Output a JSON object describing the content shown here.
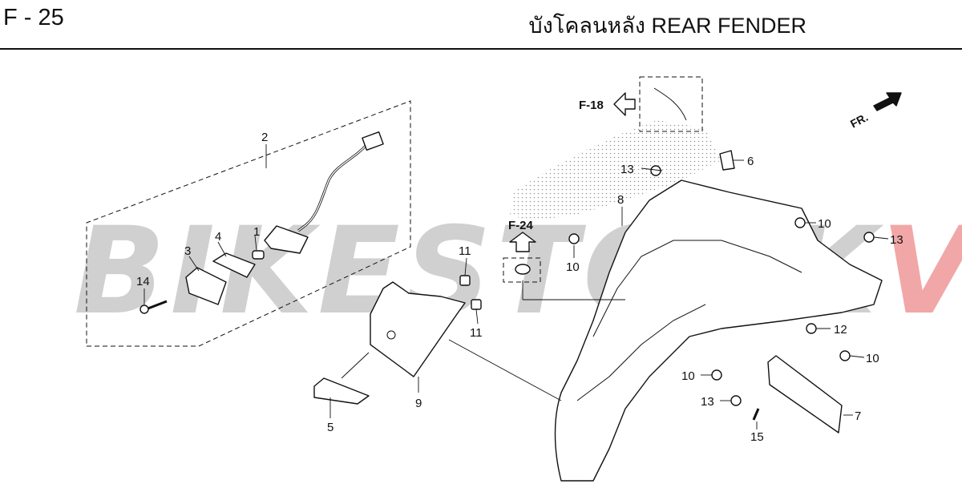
{
  "header": {
    "code": "F - 25",
    "title": "บังโคลนหลัง  REAR FENDER"
  },
  "watermark": {
    "text_gray": "BIKESTOCK",
    "text_red": "VN",
    "gray_color": "#d0d0d0",
    "red_color": "#f1a7a7"
  },
  "references": [
    {
      "id": "ref-f18",
      "label": "F-18",
      "arrow": "left"
    },
    {
      "id": "ref-f24",
      "label": "F-24",
      "arrow": "up"
    }
  ],
  "direction": {
    "label": "FR."
  },
  "callouts": [
    {
      "id": "c1",
      "label": "1"
    },
    {
      "id": "c2",
      "label": "2"
    },
    {
      "id": "c3",
      "label": "3"
    },
    {
      "id": "c4",
      "label": "4"
    },
    {
      "id": "c5",
      "label": "5"
    },
    {
      "id": "c6",
      "label": "6"
    },
    {
      "id": "c7",
      "label": "7"
    },
    {
      "id": "c8",
      "label": "8"
    },
    {
      "id": "c9",
      "label": "9"
    },
    {
      "id": "c10a",
      "label": "10"
    },
    {
      "id": "c10b",
      "label": "10"
    },
    {
      "id": "c10c",
      "label": "10"
    },
    {
      "id": "c10d",
      "label": "10"
    },
    {
      "id": "c11a",
      "label": "11"
    },
    {
      "id": "c11b",
      "label": "11"
    },
    {
      "id": "c12",
      "label": "12"
    },
    {
      "id": "c13a",
      "label": "13"
    },
    {
      "id": "c13b",
      "label": "13"
    },
    {
      "id": "c13c",
      "label": "13"
    },
    {
      "id": "c14",
      "label": "14"
    },
    {
      "id": "c15",
      "label": "15"
    }
  ]
}
